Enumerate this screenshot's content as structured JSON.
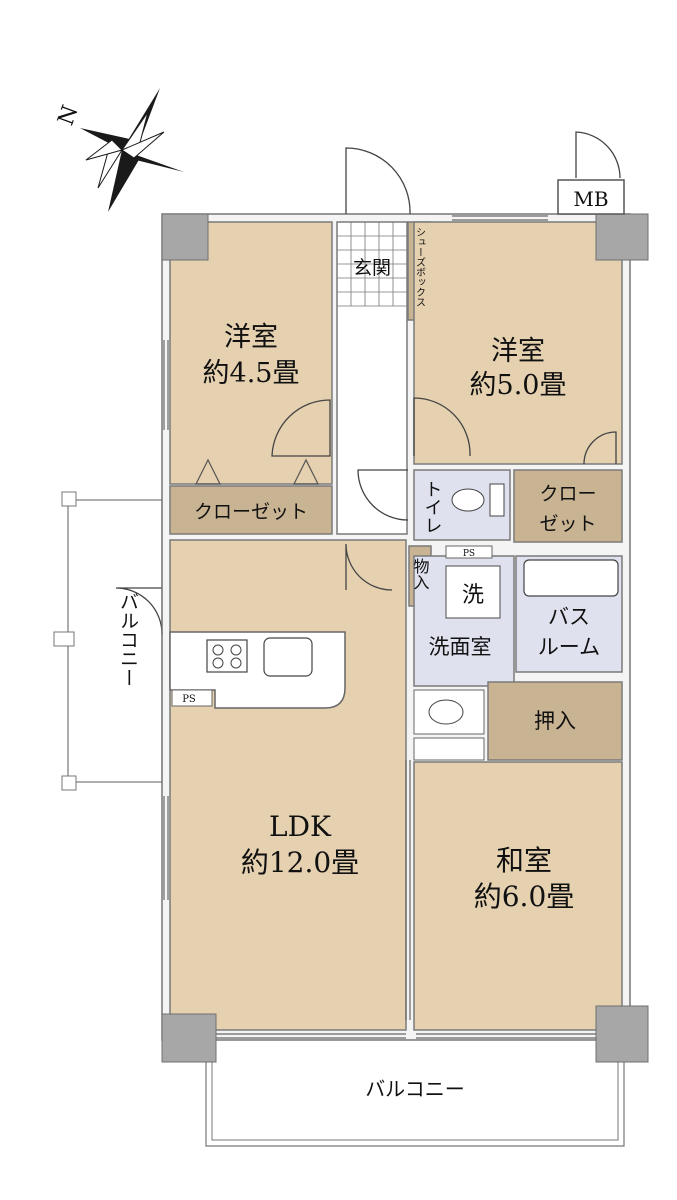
{
  "compass": {
    "north_label": "N"
  },
  "rooms": {
    "western_room_a": {
      "name": "洋室",
      "size": "約4.5畳"
    },
    "western_room_b": {
      "name": "洋室",
      "size": "約5.0畳"
    },
    "ldk": {
      "name": "LDK",
      "size": "約12.0畳"
    },
    "japanese_room": {
      "name": "和室",
      "size": "約6.0畳"
    }
  },
  "labels": {
    "entrance": "玄関",
    "shoe_box": "シューズボックス",
    "closet_left": "クローゼット",
    "closet_right_line1": "クロー",
    "closet_right_line2": "ゼット",
    "toilet": "トイレ",
    "storage": "物入",
    "washer": "洗",
    "washroom": "洗面室",
    "bath_line1": "バス",
    "bath_line2": "ルーム",
    "oshiire": "押入",
    "balcony_side": "バルコニー",
    "balcony_bottom": "バルコニー",
    "ps_top": "PS",
    "ps_kitchen": "PS",
    "mb": "MB"
  },
  "colors": {
    "room_tan": "#e5d1b0",
    "closet_brown": "#c8b392",
    "wet_area_blue": "#dfe1ee",
    "pillar_gray": "#a7a7a7",
    "wall": "#f4f4f4"
  }
}
